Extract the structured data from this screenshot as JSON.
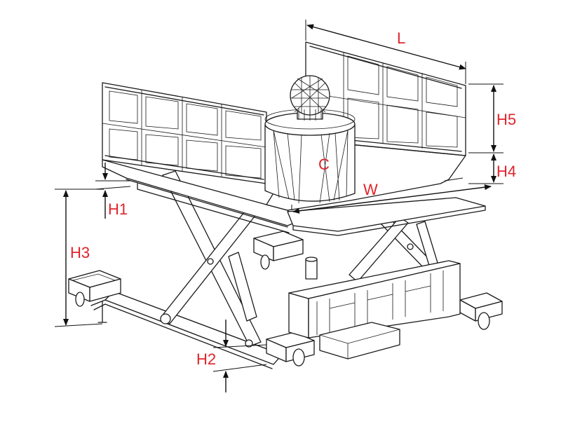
{
  "diagram": {
    "colors": {
      "line": "#1a1a1a",
      "label": "#e0242b",
      "background": "#ffffff"
    },
    "labels": {
      "L": "L",
      "H5": "H5",
      "H4": "H4",
      "C": "C",
      "W": "W",
      "H1": "H1",
      "H3": "H3",
      "H2": "H2"
    }
  }
}
